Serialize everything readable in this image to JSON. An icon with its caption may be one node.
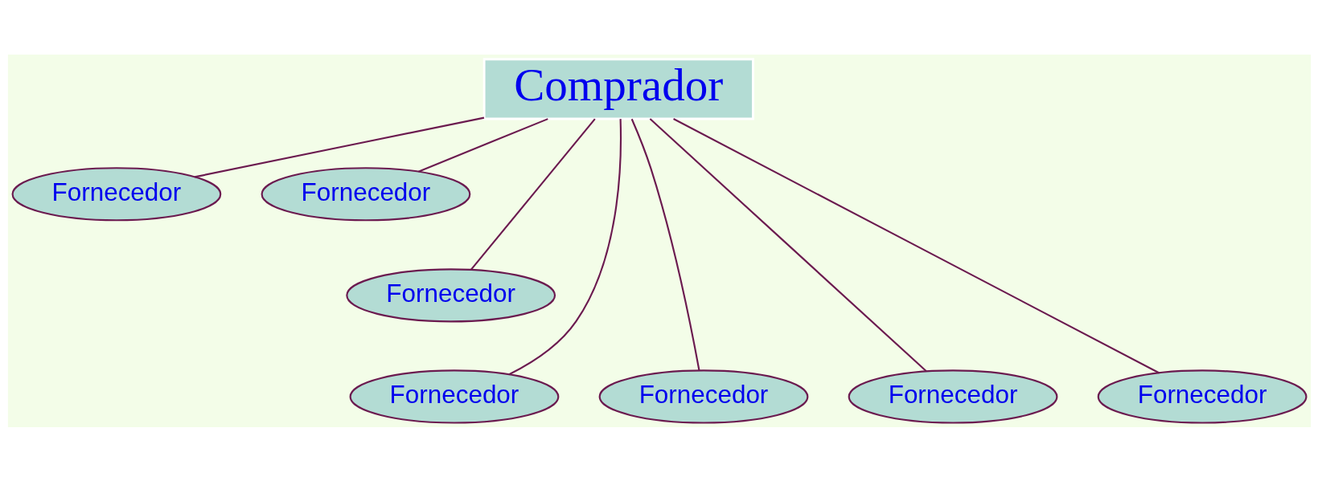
{
  "diagram": {
    "nodes": [
      {
        "text": [
          "Comprador"
        ]
      },
      {
        "text": [
          "Fornecedor"
        ]
      },
      {
        "text": [
          "Fornecedor"
        ]
      },
      {
        "text": [
          "Fornecedor"
        ]
      },
      {
        "text": [
          "Fornecedor"
        ]
      },
      {
        "text": [
          "Fornecedor"
        ]
      },
      {
        "text": [
          "Fornecedor"
        ]
      },
      {
        "text": [
          "Fornecedor"
        ]
      }
    ],
    "edges": [
      {
        "from": 0,
        "to": 1,
        "arrow": "none"
      },
      {
        "from": 0,
        "to": 4,
        "arrow": "none"
      },
      {
        "from": 0,
        "to": 5,
        "arrow": "none"
      },
      {
        "from": 0,
        "to": 3,
        "arrow": "none"
      },
      {
        "from": 0,
        "to": 6,
        "arrow": "none"
      },
      {
        "from": 0,
        "to": 7,
        "arrow": "none"
      },
      {
        "from": 0,
        "to": 2,
        "arrow": "none"
      }
    ]
  }
}
